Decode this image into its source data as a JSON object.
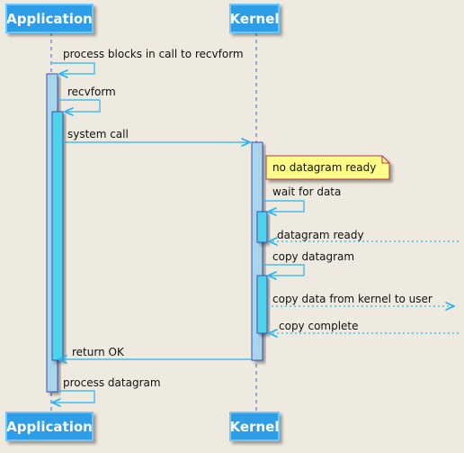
{
  "participants": {
    "application": {
      "label": "Application"
    },
    "kernel": {
      "label": "Kernel"
    }
  },
  "messages": {
    "m1": "process blocks in call to recvform",
    "m2": "recvform",
    "m3": "system call",
    "m4": "wait for data",
    "m5": "datagram ready",
    "m6": "copy datagram",
    "m7": "copy data from kernel to user",
    "m8": "copy complete",
    "m9": "return OK",
    "m10": "process datagram"
  },
  "note": {
    "text": "no datagram ready"
  },
  "colors": {
    "participant_fill": "#2f9de8",
    "participant_border": "#6cc6ff",
    "lifeline": "#4060d8",
    "arrow": "#28b4f0",
    "activation_light": "#a8d4ec",
    "activation_cyan": "#4ed4ec",
    "activation_border": "#3a4fb0",
    "note_fill": "#ffff88",
    "note_border": "#b03050"
  }
}
